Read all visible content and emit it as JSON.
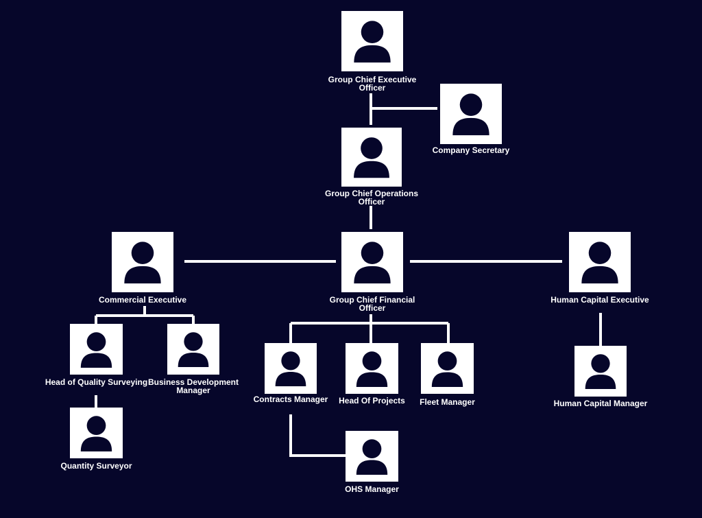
{
  "colors": {
    "background": "#06062a",
    "card": "#ffffff",
    "person_icon": "#06062a",
    "connector": "#ffffff"
  },
  "icons": {
    "person": "person-icon"
  },
  "nodes": {
    "group_ceo": {
      "label": "Group Chief Executive Officer"
    },
    "company_secretary": {
      "label": "Company Secretary"
    },
    "group_coo": {
      "label": "Group Chief Operations Officer"
    },
    "group_cfo": {
      "label": "Group Chief Financial Officer"
    },
    "commercial_exec": {
      "label": "Commercial Executive"
    },
    "human_capital_exec": {
      "label": "Human Capital Executive"
    },
    "head_quality_surveying": {
      "label": "Head of Quality Surveying"
    },
    "business_dev_manager": {
      "label": "Business Development Manager"
    },
    "quantity_surveyor": {
      "label": "Quantity Surveyor"
    },
    "contracts_manager": {
      "label": "Contracts Manager"
    },
    "head_of_projects": {
      "label": "Head Of Projects"
    },
    "fleet_manager": {
      "label": "Fleet Manager"
    },
    "ohs_manager": {
      "label": "OHS Manager"
    },
    "human_capital_manager": {
      "label": "Human Capital Manager"
    }
  },
  "edges": [
    [
      "group_ceo",
      "company_secretary"
    ],
    [
      "group_ceo",
      "group_coo"
    ],
    [
      "group_coo",
      "group_cfo"
    ],
    [
      "group_cfo",
      "commercial_exec"
    ],
    [
      "group_cfo",
      "human_capital_exec"
    ],
    [
      "commercial_exec",
      "head_quality_surveying"
    ],
    [
      "commercial_exec",
      "business_dev_manager"
    ],
    [
      "head_quality_surveying",
      "quantity_surveyor"
    ],
    [
      "group_cfo",
      "contracts_manager"
    ],
    [
      "group_cfo",
      "head_of_projects"
    ],
    [
      "group_cfo",
      "fleet_manager"
    ],
    [
      "contracts_manager",
      "ohs_manager"
    ],
    [
      "human_capital_exec",
      "human_capital_manager"
    ]
  ]
}
